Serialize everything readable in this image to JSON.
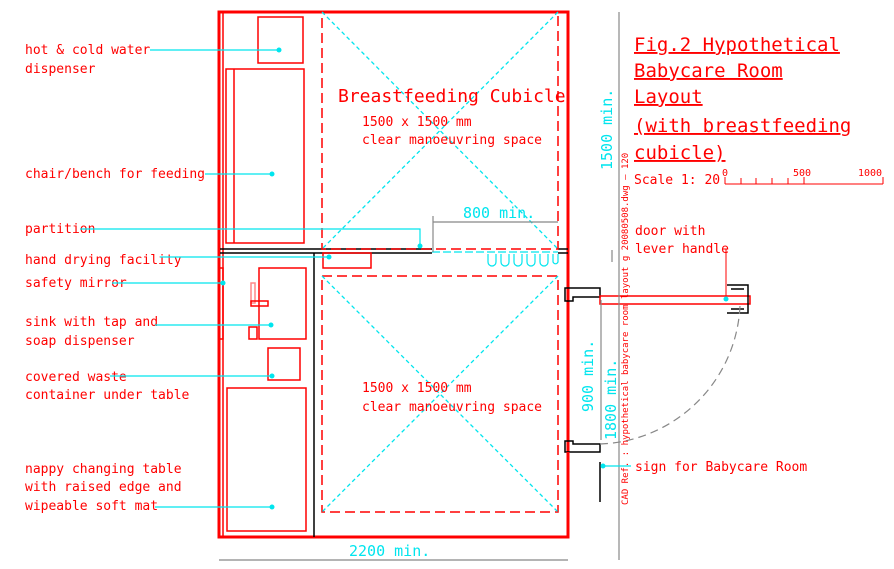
{
  "title": {
    "lines": [
      "Fig.2 Hypothetical",
      "Babycare Room",
      "Layout",
      "(with breastfeeding",
      "cubicle)"
    ]
  },
  "scale": {
    "label": "Scale 1: 20",
    "ticks": [
      "0",
      "500",
      "1000"
    ]
  },
  "labels": {
    "water": [
      "hot & cold water",
      "dispenser"
    ],
    "chair": "chair/bench for feeding",
    "partition": "partition",
    "hand_drying": "hand drying facility",
    "mirror": "safety mirror",
    "sink": [
      "sink with tap and",
      "soap dispenser"
    ],
    "waste": [
      "covered waste",
      "container under table"
    ],
    "nappy": [
      "nappy changing table",
      "with raised edge and",
      "wipeable soft mat"
    ],
    "door": [
      "door with",
      "lever handle"
    ],
    "sign": "sign for Babycare Room"
  },
  "room": {
    "cubicle_title": "Breastfeeding Cubicle",
    "upper_space": [
      "1500 x 1500 mm",
      "clear manoeuvring space"
    ],
    "lower_space": [
      "1500 x 1500 mm",
      "clear manoeuvring space"
    ]
  },
  "dimensions": {
    "d800": "800 min.",
    "d1500": "1500 min.",
    "d900": "900 min.",
    "d1800": "1800 min.",
    "d2200": "2200 min."
  },
  "cad_ref": "CAD Ref. : hypothetical babycare room layout g 20080508.dwg — 120"
}
